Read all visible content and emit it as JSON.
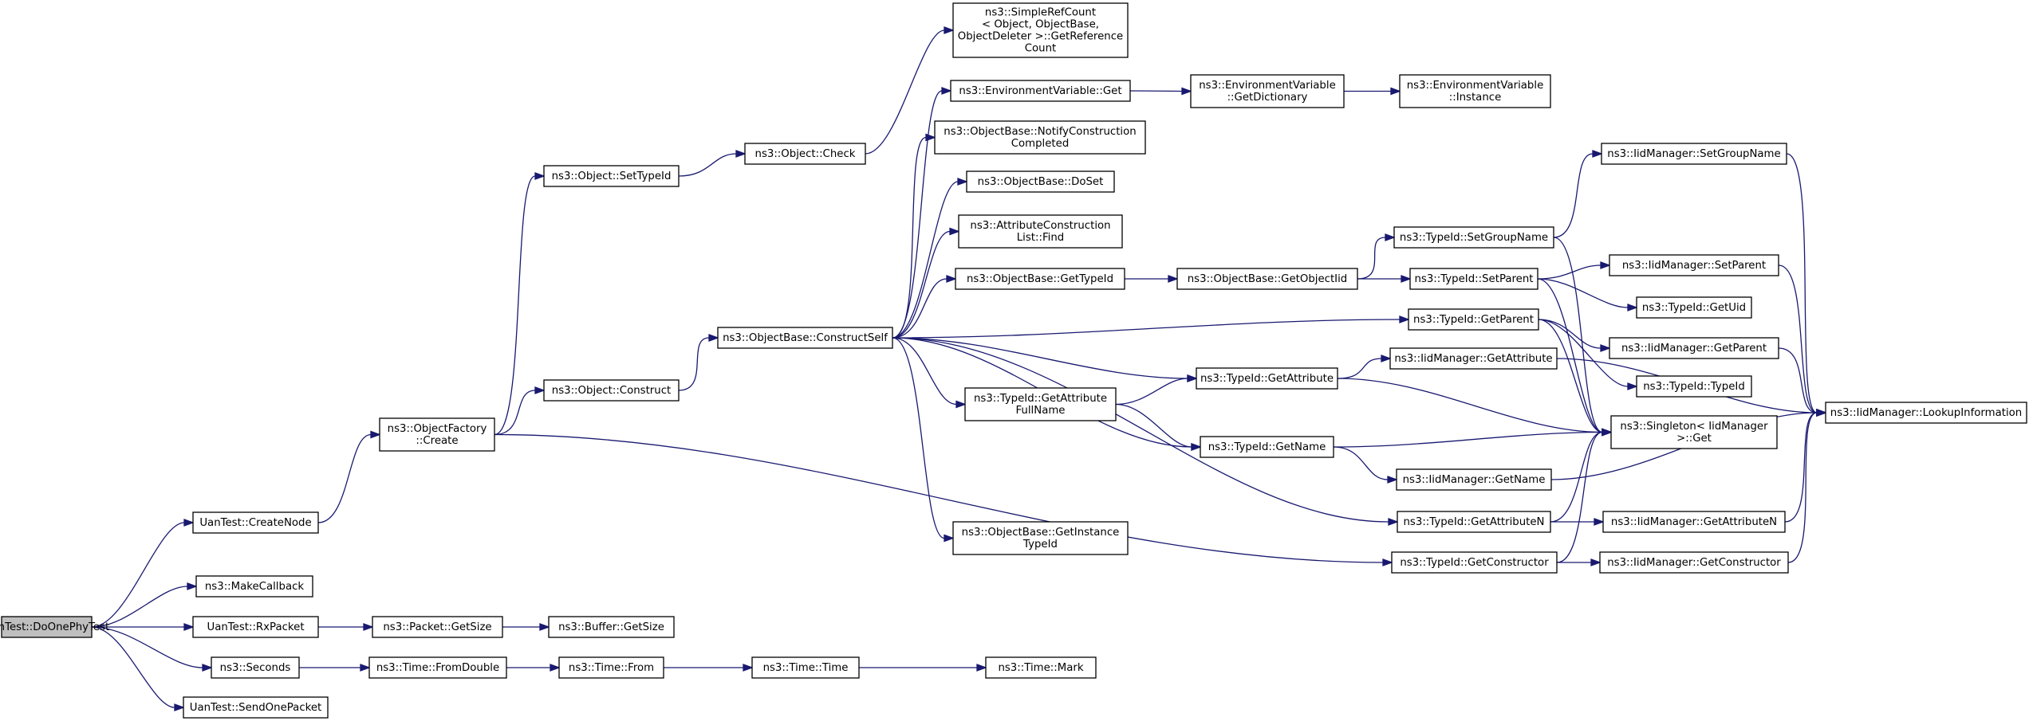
{
  "nodes": [
    {
      "id": "n0",
      "lines": [
        "UanTest::DoOnePhyTest"
      ],
      "root": true
    },
    {
      "id": "n1",
      "lines": [
        "UanTest::CreateNode"
      ]
    },
    {
      "id": "n2",
      "lines": [
        "ns3::MakeCallback"
      ]
    },
    {
      "id": "n3",
      "lines": [
        "UanTest::RxPacket"
      ]
    },
    {
      "id": "n4",
      "lines": [
        "ns3::Seconds"
      ]
    },
    {
      "id": "n5",
      "lines": [
        "UanTest::SendOnePacket"
      ]
    },
    {
      "id": "n6",
      "lines": [
        "ns3::ObjectFactory",
        "::Create"
      ]
    },
    {
      "id": "n7",
      "lines": [
        "ns3::Packet::GetSize"
      ]
    },
    {
      "id": "n8",
      "lines": [
        "ns3::Time::FromDouble"
      ]
    },
    {
      "id": "n9",
      "lines": [
        "ns3::Object::SetTypeId"
      ]
    },
    {
      "id": "n10",
      "lines": [
        "ns3::Object::Construct"
      ]
    },
    {
      "id": "n11",
      "lines": [
        "ns3::Buffer::GetSize"
      ]
    },
    {
      "id": "n12",
      "lines": [
        "ns3::Time::From"
      ]
    },
    {
      "id": "n13",
      "lines": [
        "ns3::Object::Check"
      ]
    },
    {
      "id": "n14",
      "lines": [
        "ns3::ObjectBase::ConstructSelf"
      ]
    },
    {
      "id": "n15",
      "lines": [
        "ns3::Time::Time"
      ]
    },
    {
      "id": "n16",
      "lines": [
        "ns3::SimpleRefCount",
        "< Object, ObjectBase,",
        " ObjectDeleter >::GetReference",
        "Count"
      ]
    },
    {
      "id": "n17",
      "lines": [
        "ns3::EnvironmentVariable::Get"
      ]
    },
    {
      "id": "n18",
      "lines": [
        "ns3::ObjectBase::NotifyConstruction",
        "Completed"
      ]
    },
    {
      "id": "n19",
      "lines": [
        "ns3::ObjectBase::DoSet"
      ]
    },
    {
      "id": "n20",
      "lines": [
        "ns3::AttributeConstruction",
        "List::Find"
      ]
    },
    {
      "id": "n21",
      "lines": [
        "ns3::ObjectBase::GetTypeId"
      ]
    },
    {
      "id": "n22",
      "lines": [
        "ns3::TypeId::GetAttribute",
        "FullName"
      ]
    },
    {
      "id": "n23",
      "lines": [
        "ns3::ObjectBase::GetInstance",
        "TypeId"
      ]
    },
    {
      "id": "n24",
      "lines": [
        "ns3::Time::Mark"
      ]
    },
    {
      "id": "n25",
      "lines": [
        "ns3::EnvironmentVariable",
        "::GetDictionary"
      ]
    },
    {
      "id": "n26",
      "lines": [
        "ns3::ObjectBase::GetObjectIid"
      ]
    },
    {
      "id": "n27",
      "lines": [
        "ns3::TypeId::GetAttribute"
      ]
    },
    {
      "id": "n28",
      "lines": [
        "ns3::TypeId::GetName"
      ]
    },
    {
      "id": "n29",
      "lines": [
        "ns3::EnvironmentVariable",
        "::Instance"
      ]
    },
    {
      "id": "n30",
      "lines": [
        "ns3::TypeId::SetGroupName"
      ]
    },
    {
      "id": "n31",
      "lines": [
        "ns3::TypeId::SetParent"
      ]
    },
    {
      "id": "n32",
      "lines": [
        "ns3::TypeId::GetParent"
      ]
    },
    {
      "id": "n33",
      "lines": [
        "ns3::IidManager::GetAttribute"
      ]
    },
    {
      "id": "n34",
      "lines": [
        "ns3::IidManager::GetName"
      ]
    },
    {
      "id": "n35",
      "lines": [
        "ns3::TypeId::GetAttributeN"
      ]
    },
    {
      "id": "n36",
      "lines": [
        "ns3::TypeId::GetConstructor"
      ]
    },
    {
      "id": "n37",
      "lines": [
        "ns3::IidManager::SetGroupName"
      ]
    },
    {
      "id": "n38",
      "lines": [
        "ns3::IidManager::SetParent"
      ]
    },
    {
      "id": "n39",
      "lines": [
        "ns3::TypeId::GetUid"
      ]
    },
    {
      "id": "n40",
      "lines": [
        "ns3::IidManager::GetParent"
      ]
    },
    {
      "id": "n41",
      "lines": [
        "ns3::TypeId::TypeId"
      ]
    },
    {
      "id": "n42",
      "lines": [
        "ns3::Singleton< IidManager",
        " >::Get"
      ]
    },
    {
      "id": "n43",
      "lines": [
        "ns3::IidManager::GetAttributeN"
      ]
    },
    {
      "id": "n44",
      "lines": [
        "ns3::IidManager::GetConstructor"
      ]
    },
    {
      "id": "n45",
      "lines": [
        "ns3::IidManager::LookupInformation"
      ]
    }
  ],
  "edges": [
    [
      "n0",
      "n1"
    ],
    [
      "n0",
      "n2"
    ],
    [
      "n0",
      "n3"
    ],
    [
      "n0",
      "n4"
    ],
    [
      "n0",
      "n5"
    ],
    [
      "n1",
      "n6"
    ],
    [
      "n3",
      "n7"
    ],
    [
      "n4",
      "n8"
    ],
    [
      "n6",
      "n9"
    ],
    [
      "n6",
      "n10"
    ],
    [
      "n6",
      "n36"
    ],
    [
      "n7",
      "n11"
    ],
    [
      "n8",
      "n12"
    ],
    [
      "n9",
      "n13"
    ],
    [
      "n10",
      "n14"
    ],
    [
      "n12",
      "n15"
    ],
    [
      "n13",
      "n16"
    ],
    [
      "n14",
      "n17"
    ],
    [
      "n14",
      "n18"
    ],
    [
      "n14",
      "n19"
    ],
    [
      "n14",
      "n20"
    ],
    [
      "n14",
      "n21"
    ],
    [
      "n14",
      "n22"
    ],
    [
      "n14",
      "n23"
    ],
    [
      "n14",
      "n27"
    ],
    [
      "n14",
      "n28"
    ],
    [
      "n14",
      "n32"
    ],
    [
      "n14",
      "n35"
    ],
    [
      "n15",
      "n24"
    ],
    [
      "n17",
      "n25"
    ],
    [
      "n25",
      "n29"
    ],
    [
      "n21",
      "n26"
    ],
    [
      "n22",
      "n27"
    ],
    [
      "n22",
      "n28"
    ],
    [
      "n26",
      "n30"
    ],
    [
      "n26",
      "n31"
    ],
    [
      "n27",
      "n33"
    ],
    [
      "n27",
      "n42"
    ],
    [
      "n28",
      "n34"
    ],
    [
      "n28",
      "n42"
    ],
    [
      "n30",
      "n37"
    ],
    [
      "n30",
      "n42"
    ],
    [
      "n31",
      "n38"
    ],
    [
      "n31",
      "n39"
    ],
    [
      "n31",
      "n42"
    ],
    [
      "n32",
      "n40"
    ],
    [
      "n32",
      "n41"
    ],
    [
      "n32",
      "n42"
    ],
    [
      "n33",
      "n45"
    ],
    [
      "n34",
      "n45"
    ],
    [
      "n35",
      "n43"
    ],
    [
      "n35",
      "n42"
    ],
    [
      "n36",
      "n44"
    ],
    [
      "n36",
      "n42"
    ],
    [
      "n37",
      "n45"
    ],
    [
      "n38",
      "n45"
    ],
    [
      "n40",
      "n45"
    ],
    [
      "n43",
      "n45"
    ],
    [
      "n44",
      "n45"
    ]
  ]
}
